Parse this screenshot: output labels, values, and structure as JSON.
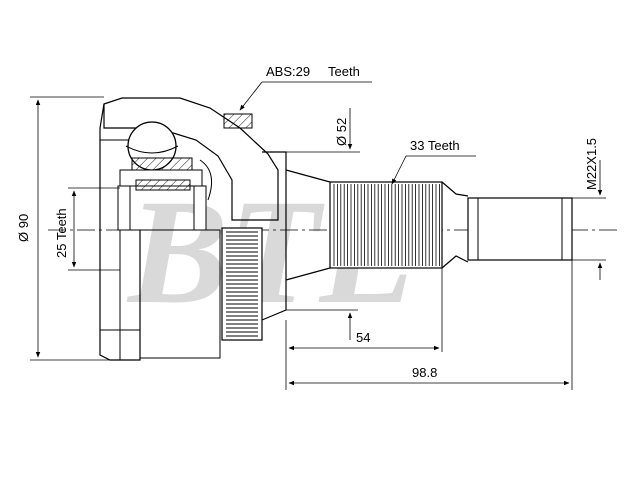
{
  "watermark": {
    "text": "BTE"
  },
  "dimensions": {
    "outer_diameter": "Ø 90",
    "inner_spline_teeth": "25 Teeth",
    "abs_ring": {
      "prefix": "ABS:29",
      "suffix": "Teeth"
    },
    "shaft_diameter": "Ø 52",
    "spline_teeth": "33 Teeth",
    "thread": "M22X1.5",
    "spline_length": "54",
    "total_length": "98.8"
  },
  "colors": {
    "line": "#000000",
    "watermark": "#b9b9b9",
    "background": "#ffffff"
  }
}
